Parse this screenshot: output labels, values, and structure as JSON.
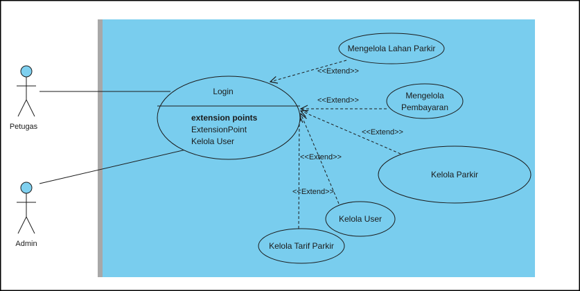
{
  "colors": {
    "system_fill": "#79cdee",
    "system_edge": "#a8a8a8",
    "actor_head": "#7fd0ef",
    "line": "#1a1a1a",
    "page_border": "#000000"
  },
  "actors": {
    "petugas": "Petugas",
    "admin": "Admin"
  },
  "use_cases": {
    "login": {
      "name": "Login",
      "ext_heading": "extension points",
      "ext_point_1": "ExtensionPoint",
      "ext_point_2": "Kelola User"
    },
    "mengelola_lahan_parkir": "Mengelola Lahan Parkir",
    "mengelola_pembayaran_line1": "Mengelola",
    "mengelola_pembayaran_line2": "Pembayaran",
    "kelola_parkir": "Kelola Parkir",
    "kelola_user": "Kelola User",
    "kelola_tarif_parkir": "Kelola Tarif Parkir"
  },
  "relations": {
    "extend_lahan": "<<Extend>>",
    "extend_pembayaran": "<<Extend>>",
    "extend_kelola_parkir": "<<Extend>>",
    "extend_kelola_user": "<<Extend>>",
    "extend_tarif": "<<Extend>>"
  }
}
